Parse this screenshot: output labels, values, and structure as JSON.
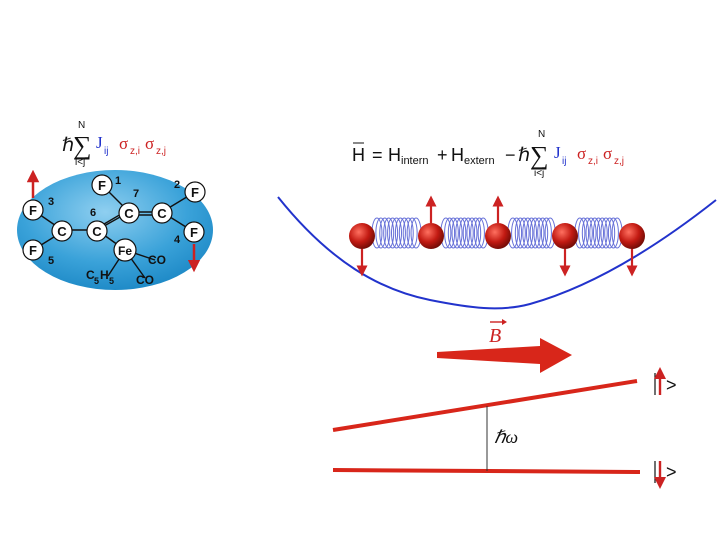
{
  "colors": {
    "red": "#cc2222",
    "blue": "#2233cc",
    "spring": "#6670d8",
    "ellipse_light": "#8fcff0",
    "ellipse_dark": "#1a86c4",
    "black": "#111111"
  },
  "left_formula": {
    "hbar": "ℏ",
    "sum": "∑",
    "upper": "N",
    "lower": "i<j",
    "J": "J",
    "J_sub": "ij",
    "sigma1": "σ",
    "sigma1_sub": "z,i",
    "sigma2": "σ",
    "sigma2_sub": "z,j"
  },
  "molecule": {
    "F_label": "F",
    "C_label": "C",
    "Fe_label": "Fe",
    "CO_label": "CO",
    "C5H5_main": "C",
    "C5H5_sub1": "5",
    "C5H5_H": "H",
    "C5H5_sub2": "5",
    "site_numbers": [
      "1",
      "2",
      "3",
      "4",
      "5",
      "6",
      "7"
    ]
  },
  "right_formula": {
    "H": "H",
    "equals": "=",
    "H_intern": "H",
    "intern_sub": "intern",
    "plus": "+",
    "H_extern": "H",
    "extern_sub": "extern",
    "minus": "−",
    "hbar": "ℏ",
    "sum": "∑",
    "upper": "N",
    "lower": "i<j",
    "J": "J",
    "J_sub": "ij",
    "sigma1": "σ",
    "sigma1_sub": "z,i",
    "sigma2": "σ",
    "sigma2_sub": "z,j"
  },
  "field_label": "B",
  "energy_gap_label": "ℏω",
  "ket_close": ">",
  "spin_chain": {
    "ion_count": 5,
    "spin_directions": [
      "down",
      "up",
      "up",
      "down",
      "down"
    ]
  }
}
